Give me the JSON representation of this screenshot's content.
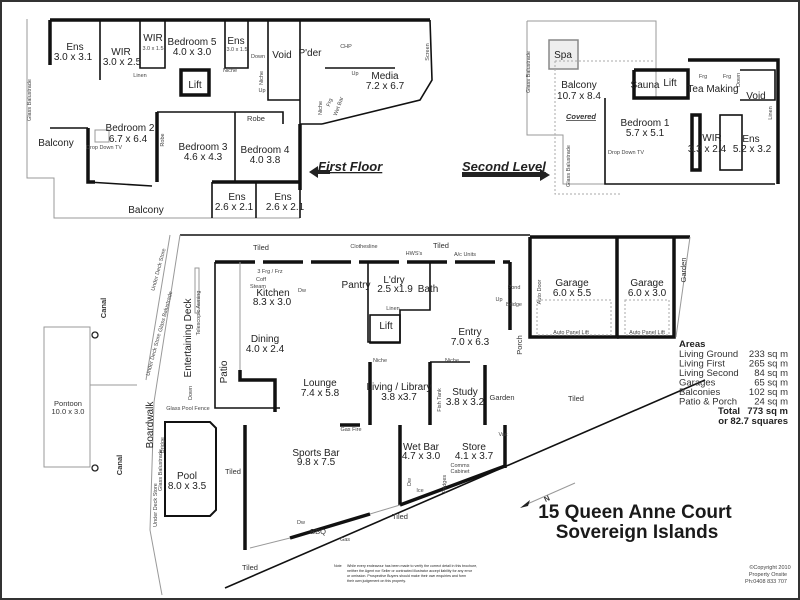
{
  "first_floor": {
    "heading": "First Floor",
    "rooms": [
      {
        "name": "Ens",
        "size": "3.0 x 3.1"
      },
      {
        "name": "WIR",
        "size": "3.0 x 2.5"
      },
      {
        "name": "WIR",
        "size": "3.0 x 1.5"
      },
      {
        "name": "Bedroom 5",
        "size": "4.0 x 3.0"
      },
      {
        "name": "Ens",
        "size": "3.0 x 1.5"
      },
      {
        "name": "Media",
        "size": "7.2 x 6.7"
      },
      {
        "name": "Bedroom 2",
        "size": "6.7 x 6.4"
      },
      {
        "name": "Bedroom 3",
        "size": "4.6 x 4.3"
      },
      {
        "name": "Bedroom 4",
        "size": "4.0 3.8"
      },
      {
        "name": "Ens",
        "size": "2.6 x 2.1"
      },
      {
        "name": "Ens",
        "size": "2.6 x 2.1"
      }
    ],
    "labels": {
      "void": "Void",
      "powder": "P'der",
      "lift": "Lift",
      "chp": "CHP",
      "screen": "Screen",
      "balcony_left": "Balcony",
      "balcony_bottom": "Balcony",
      "drop_down_tv": "Drop Down TV",
      "robe_b3": "Robe",
      "robe_b4": "Robe",
      "linen": "Linen",
      "niche1": "Niche",
      "niche2": "Niche",
      "niche3": "Niche",
      "down": "Down",
      "up1": "Up",
      "up2": "Up",
      "wet_bar": "Wet Bar",
      "frg": "Frg",
      "glass_balustrade": "Glass Balustrade"
    }
  },
  "second_level": {
    "heading": "Second Level",
    "rooms": [
      {
        "name": "Balcony",
        "size": "10.7 x 8.4"
      },
      {
        "name": "Bedroom 1",
        "size": "5.7 x 5.1"
      },
      {
        "name": "WIR",
        "size": "3.3 x 2.4"
      },
      {
        "name": "Ens",
        "size": "5.2 x 3.2"
      }
    ],
    "labels": {
      "spa": "Spa",
      "covered": "Covered",
      "sauna": "Sauna",
      "lift": "Lift",
      "tea_making": "Tea Making",
      "void": "Void",
      "frg1": "Frg",
      "frg2": "Frg",
      "down": "Down",
      "linen": "Linen",
      "drop_down_tv": "Drop Down TV",
      "glass_balustrade1": "Glass Balustrade",
      "glass_balustrade2": "Glass Balustrade"
    }
  },
  "ground": {
    "rooms": [
      {
        "name": "Kitchen",
        "size": "8.3 x 3.0"
      },
      {
        "name": "L'dry",
        "size": "2.5 x1.9"
      },
      {
        "name": "Entry",
        "size": "7.0 x 6.3"
      },
      {
        "name": "Dining",
        "size": "4.0 x 2.4"
      },
      {
        "name": "Lounge",
        "size": "7.4 x 5.8"
      },
      {
        "name": "Living / Library",
        "size": "3.8 x3.7"
      },
      {
        "name": "Study",
        "size": "3.8 x 3.2"
      },
      {
        "name": "Garage",
        "size": "6.0 x 5.5"
      },
      {
        "name": "Garage",
        "size": "6.0 x 3.0"
      },
      {
        "name": "Sports Bar",
        "size": "9.8 x 7.5"
      },
      {
        "name": "Wet Bar",
        "size": "4.7 x 3.0"
      },
      {
        "name": "Store",
        "size": "4.1 x 3.7"
      },
      {
        "name": "Pool",
        "size": "8.0 x 3.5"
      },
      {
        "name": "Pontoon",
        "size": "10.0 x 3.0"
      }
    ],
    "labels": {
      "tiled1": "Tiled",
      "tiled2": "Tiled",
      "tiled3": "Tiled",
      "tiled4": "Tiled",
      "tiled5": "Tiled",
      "tiled6": "Tiled",
      "clothesline": "Clothesline",
      "hws": "HWS's",
      "ac_units": "A/c Units",
      "frg_frz": "3 Frg / Frz",
      "coff": "Coff",
      "steam": "Steam",
      "dw": "Dw",
      "pantry": "Pantry",
      "bath": "Bath",
      "linen": "Linen",
      "lift": "Lift",
      "pond": "Pond",
      "bridge": "Bridge",
      "up": "Up",
      "niche1": "Niche",
      "niche2": "Niche",
      "garden1": "Garden",
      "garden2": "Garden",
      "fish_tank": "Fish Tank",
      "porch": "Porch",
      "entertaining_deck": "Entertaining Deck",
      "patio": "Patio",
      "telescopic_awning": "Telescopic Awning",
      "glass_pool_fence": "Glass Pool Fence",
      "down": "Down",
      "auto_door": "Auto Door",
      "auto_panel_lift1": "Auto Panel Lift",
      "auto_panel_lift2": "Auto Panel Lift",
      "canal1": "Canal",
      "canal2": "Canal",
      "boardwalk": "Boardwalk",
      "bridge2": "Bridge",
      "glass_balustrade1": "Glass Balustrade",
      "glass_balustrade2": "Glass Balustrade",
      "under_deck_store1": "Under Deck Store",
      "under_deck_store2": "Under Deck Store",
      "under_deck_store3": "Under Deck Store",
      "gas_fire": "Gas Fire",
      "vac": "Vac",
      "comms": "Comms",
      "cabinet": "Cabinet",
      "fridges": "Fridges",
      "ice": "Ice",
      "dw2": "Dw",
      "dw3": "Dw",
      "bbq": "BBQ",
      "gas": "Gas",
      "north": "N"
    }
  },
  "areas": {
    "heading": "Areas",
    "rows": [
      {
        "label": "Living Ground",
        "value": "233 sq m"
      },
      {
        "label": "Living First",
        "value": "265 sq m"
      },
      {
        "label": "Living Second",
        "value": "84 sq m"
      },
      {
        "label": "Garages",
        "value": "65 sq m"
      },
      {
        "label": "Balconies",
        "value": "102 sq m"
      },
      {
        "label": "Patio & Porch",
        "value": "24 sq m"
      }
    ],
    "total_label": "Total",
    "total_value": "773 sq m",
    "squares": "or 82.7 squares"
  },
  "title": {
    "line1": "15 Queen Anne Court",
    "line2": "Sovereign Islands"
  },
  "copyright": {
    "line1": "©Copyright 2010",
    "line2": "Property Onsite",
    "line3": "Ph:0408 833 707"
  },
  "note": {
    "label": "Note",
    "lines": [
      "While every endeavour has been made to verify the correct detail in this brochure,",
      "neither the Agent nor Seller or contracted illustrator accept liability for any error",
      "or omission. Prospective Buyers should make their own enquiries and form",
      "their own judgement on this property."
    ]
  }
}
